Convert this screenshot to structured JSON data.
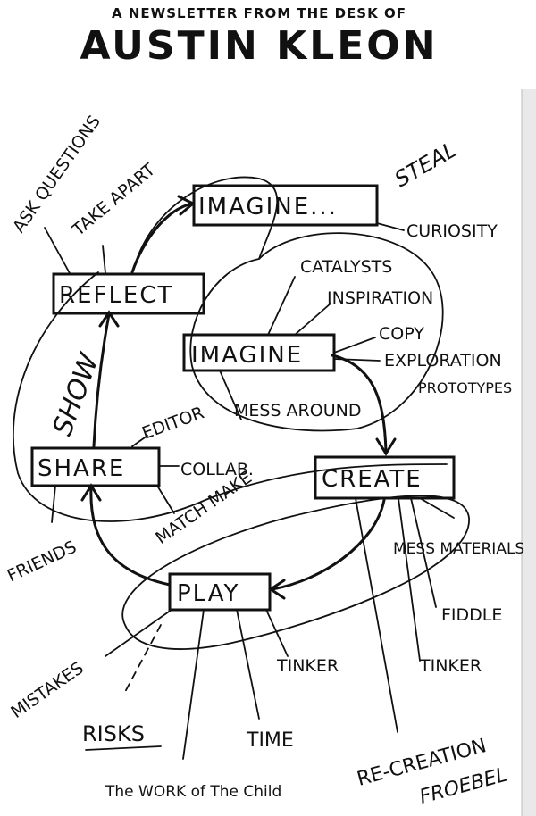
{
  "header": {
    "subtitle": "A NEWSLETTER FROM THE DESK OF",
    "title": "AUSTIN KLEON"
  },
  "diagram": {
    "nodes": {
      "imagine_top": "IMAGINE...",
      "reflect": "REFLECT",
      "imagine": "IMAGINE",
      "share": "SHARE",
      "create": "CREATE",
      "play": "PLAY"
    },
    "labels": {
      "ask_questions": "ASK QUESTIONS",
      "take_apart": "TAKE APART",
      "steal": "STEAL",
      "curiosity": "CURIOSITY",
      "catalysts": "CATALYSTS",
      "inspiration": "INSPIRATION",
      "copy": "COPY",
      "exploration": "EXPLORATION",
      "prototypes": "PROTOTYPES",
      "show": "SHOW",
      "editor": "EDITOR",
      "mess_around": "MESS AROUND",
      "collab": "COLLAB.",
      "match_make": "MATCH MAKE",
      "friends": "FRIENDS",
      "mess_materials": "MESS MATERIALS",
      "fiddle": "FIDDLE",
      "tinker_right": "TINKER",
      "tinker": "TINKER",
      "mistakes": "MISTAKES",
      "risks": "RISKS",
      "time": "TIME",
      "work_of_child": "The WORK of The Child",
      "recreation": "RE-CREATION",
      "froebel": "FROEBEL"
    }
  }
}
